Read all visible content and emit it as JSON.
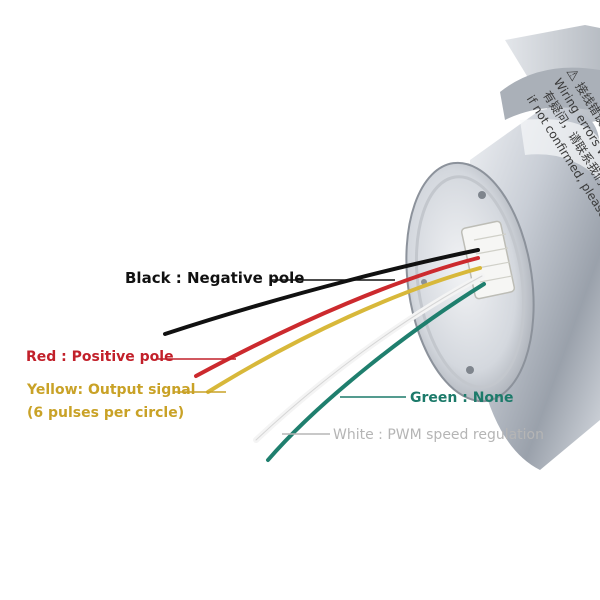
{
  "colors": {
    "black": "#111111",
    "red": "#cc2a2e",
    "yellow": "#d8b83a",
    "yellow_text": "#c9a227",
    "green": "#1f7f6e",
    "white_text": "#b5b5b5",
    "red_text": "#c2202a",
    "green_text": "#1c7a6a"
  },
  "wires": {
    "black": "Black : Negative pole",
    "red": "Red : Positive pole",
    "yellow": "Yellow: Output signal",
    "yellow_note": "(6 pulses per circle)",
    "green": "Green : None",
    "white": "White : PWM speed regulation"
  },
  "motor_label": {
    "line1": "接线错误会导致烧",
    "line2": "Wiring errors will cause p",
    "line3": "有疑问，请联系我们",
    "line4": "if not confirmed, please contact us"
  }
}
